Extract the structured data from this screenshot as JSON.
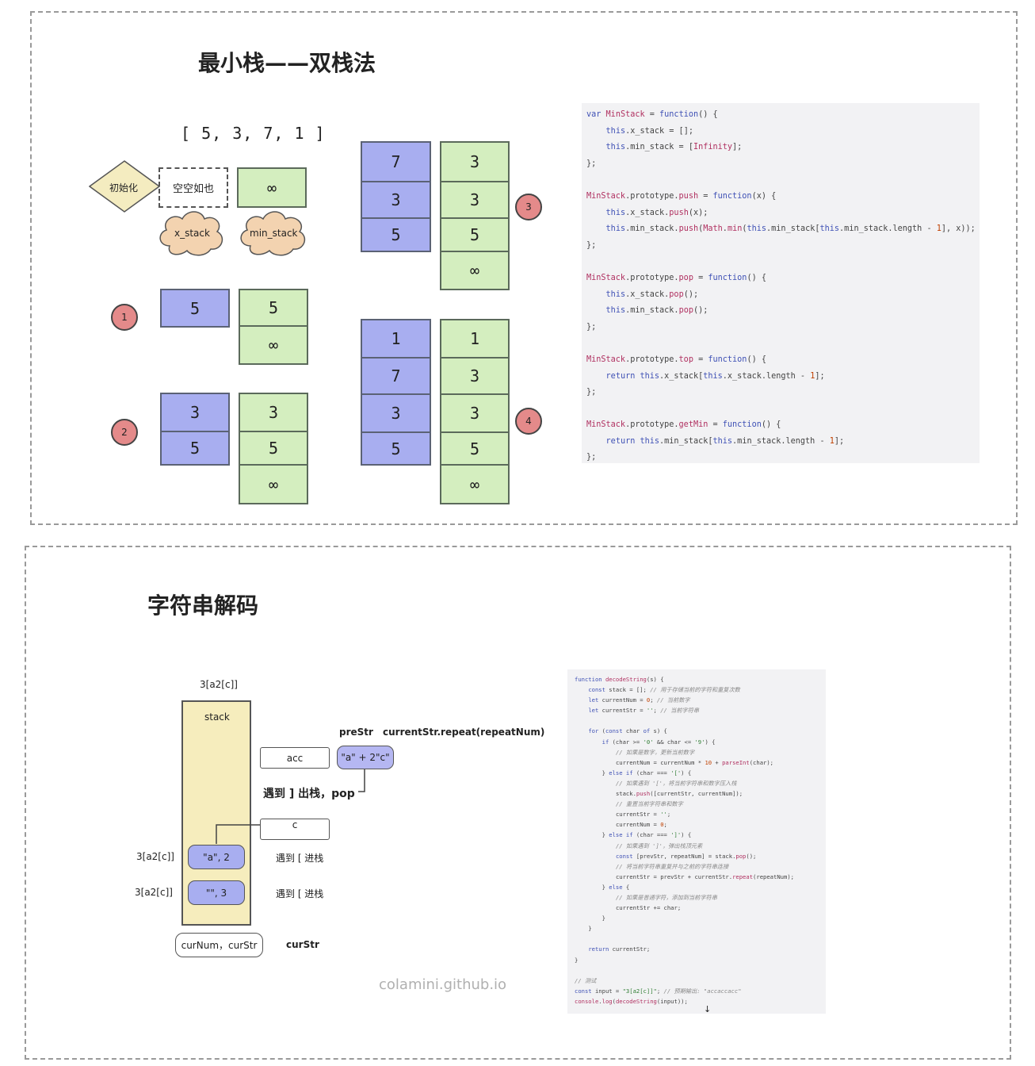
{
  "section1": {
    "title": "最小栈——双栈法",
    "array_label": "[ 5, 3, 7, 1 ]",
    "init_label": "初始化",
    "empty_label": "空空如也",
    "inf": "∞",
    "x_stack_label": "x_stack",
    "min_stack_label": "min_stack",
    "step_labels": [
      "1",
      "2",
      "3",
      "4"
    ],
    "step1": {
      "x": [
        "5"
      ],
      "min": [
        "5",
        "∞"
      ]
    },
    "step2": {
      "x": [
        "3",
        "5"
      ],
      "min": [
        "3",
        "5",
        "∞"
      ]
    },
    "step3": {
      "x": [
        "7",
        "3",
        "5"
      ],
      "min": [
        "3",
        "3",
        "5",
        "∞"
      ]
    },
    "step4": {
      "x": [
        "1",
        "7",
        "3",
        "5"
      ],
      "min": [
        "1",
        "3",
        "3",
        "5",
        "∞"
      ]
    },
    "code": [
      [
        [
          "var ",
          "kw"
        ],
        [
          "MinStack",
          "fn"
        ],
        [
          " = ",
          ""
        ],
        [
          "function",
          "kw"
        ],
        [
          "() {",
          ""
        ]
      ],
      [
        [
          "    ",
          ""
        ],
        [
          "this",
          "kw"
        ],
        [
          ".x_stack = [];",
          ""
        ]
      ],
      [
        [
          "    ",
          ""
        ],
        [
          "this",
          "kw"
        ],
        [
          ".min_stack = [",
          ""
        ],
        [
          "Infinity",
          "fn"
        ],
        [
          "];",
          ""
        ]
      ],
      [
        [
          "};",
          ""
        ]
      ],
      [
        [
          "",
          ""
        ]
      ],
      [
        [
          "MinStack",
          "fn"
        ],
        [
          ".prototype.",
          ""
        ],
        [
          "push",
          "fn"
        ],
        [
          " = ",
          ""
        ],
        [
          "function",
          "kw"
        ],
        [
          "(x) {",
          ""
        ]
      ],
      [
        [
          "    ",
          ""
        ],
        [
          "this",
          "kw"
        ],
        [
          ".x_stack.",
          ""
        ],
        [
          "push",
          "fn"
        ],
        [
          "(x);",
          ""
        ]
      ],
      [
        [
          "    ",
          ""
        ],
        [
          "this",
          "kw"
        ],
        [
          ".min_stack.",
          ""
        ],
        [
          "push",
          "fn"
        ],
        [
          "(",
          ""
        ],
        [
          "Math",
          "fn"
        ],
        [
          ".",
          ""
        ],
        [
          "min",
          "fn"
        ],
        [
          "(",
          ""
        ],
        [
          "this",
          "kw"
        ],
        [
          ".min_stack[",
          ""
        ],
        [
          "this",
          "kw"
        ],
        [
          ".min_stack.length - ",
          ""
        ],
        [
          "1",
          "num"
        ],
        [
          "], x));",
          ""
        ]
      ],
      [
        [
          "};",
          ""
        ]
      ],
      [
        [
          "",
          ""
        ]
      ],
      [
        [
          "MinStack",
          "fn"
        ],
        [
          ".prototype.",
          ""
        ],
        [
          "pop",
          "fn"
        ],
        [
          " = ",
          ""
        ],
        [
          "function",
          "kw"
        ],
        [
          "() {",
          ""
        ]
      ],
      [
        [
          "    ",
          ""
        ],
        [
          "this",
          "kw"
        ],
        [
          ".x_stack.",
          ""
        ],
        [
          "pop",
          "fn"
        ],
        [
          "();",
          ""
        ]
      ],
      [
        [
          "    ",
          ""
        ],
        [
          "this",
          "kw"
        ],
        [
          ".min_stack.",
          ""
        ],
        [
          "pop",
          "fn"
        ],
        [
          "();",
          ""
        ]
      ],
      [
        [
          "};",
          ""
        ]
      ],
      [
        [
          "",
          ""
        ]
      ],
      [
        [
          "MinStack",
          "fn"
        ],
        [
          ".prototype.",
          ""
        ],
        [
          "top",
          "fn"
        ],
        [
          " = ",
          ""
        ],
        [
          "function",
          "kw"
        ],
        [
          "() {",
          ""
        ]
      ],
      [
        [
          "    ",
          ""
        ],
        [
          "return ",
          "kw"
        ],
        [
          "this",
          "kw"
        ],
        [
          ".x_stack[",
          ""
        ],
        [
          "this",
          "kw"
        ],
        [
          ".x_stack.length - ",
          ""
        ],
        [
          "1",
          "num"
        ],
        [
          "];",
          ""
        ]
      ],
      [
        [
          "};",
          ""
        ]
      ],
      [
        [
          "",
          ""
        ]
      ],
      [
        [
          "MinStack",
          "fn"
        ],
        [
          ".prototype.",
          ""
        ],
        [
          "getMin",
          "fn"
        ],
        [
          " = ",
          ""
        ],
        [
          "function",
          "kw"
        ],
        [
          "() {",
          ""
        ]
      ],
      [
        [
          "    ",
          ""
        ],
        [
          "return ",
          "kw"
        ],
        [
          "this",
          "kw"
        ],
        [
          ".min_stack[",
          ""
        ],
        [
          "this",
          "kw"
        ],
        [
          ".min_stack.length - ",
          ""
        ],
        [
          "1",
          "num"
        ],
        [
          "];",
          ""
        ]
      ],
      [
        [
          "};",
          ""
        ]
      ]
    ]
  },
  "section2": {
    "title": "字符串解码",
    "input_label": "3[a2[c]]",
    "stack_label": "stack",
    "acc_label": "acc",
    "prestr_label": "preStr",
    "repeat_label": "currentStr.repeat(repeatNum)",
    "prestr_value": "\"a\" + 2\"c\"",
    "pop_label": "遇到 ] 出栈，pop",
    "c_label": "c",
    "item1": "\"a\", 2",
    "item2": "\"\", 3",
    "side_label": "3[a2[c]]",
    "push_label": "遇到 [ 进栈",
    "curnum_label": "curNum，curStr",
    "curstr_label": "curStr",
    "watermark": "colamini.github.io",
    "scroll_icon": "↓",
    "code": [
      [
        [
          "function ",
          "kw"
        ],
        [
          "decodeString",
          "fn"
        ],
        [
          "(s) {",
          ""
        ]
      ],
      [
        [
          "    ",
          ""
        ],
        [
          "const ",
          "kw"
        ],
        [
          "stack = []; ",
          ""
        ],
        [
          "// 用于存储当前的字符和重复次数",
          "cm"
        ]
      ],
      [
        [
          "    ",
          ""
        ],
        [
          "let ",
          "kw"
        ],
        [
          "currentNum = ",
          ""
        ],
        [
          "0",
          "num"
        ],
        [
          "; ",
          ""
        ],
        [
          "// 当前数字",
          "cm"
        ]
      ],
      [
        [
          "    ",
          ""
        ],
        [
          "let ",
          "kw"
        ],
        [
          "currentStr = ",
          ""
        ],
        [
          "''",
          "str"
        ],
        [
          "; ",
          ""
        ],
        [
          "// 当前字符串",
          "cm"
        ]
      ],
      [
        [
          "",
          ""
        ]
      ],
      [
        [
          "    ",
          ""
        ],
        [
          "for ",
          "kw"
        ],
        [
          "(",
          ""
        ],
        [
          "const ",
          "kw"
        ],
        [
          "char ",
          ""
        ],
        [
          "of ",
          "kw"
        ],
        [
          "s) {",
          ""
        ]
      ],
      [
        [
          "        ",
          ""
        ],
        [
          "if ",
          "kw"
        ],
        [
          "(char >= ",
          ""
        ],
        [
          "'0'",
          "str"
        ],
        [
          " && char <= ",
          ""
        ],
        [
          "'9'",
          "str"
        ],
        [
          ") {",
          ""
        ]
      ],
      [
        [
          "            ",
          ""
        ],
        [
          "// 如果是数字，更新当前数字",
          "cm"
        ]
      ],
      [
        [
          "            ",
          ""
        ],
        [
          "currentNum = currentNum * ",
          ""
        ],
        [
          "10",
          "num"
        ],
        [
          " + ",
          ""
        ],
        [
          "parseInt",
          "fn"
        ],
        [
          "(char);",
          ""
        ]
      ],
      [
        [
          "        } ",
          ""
        ],
        [
          "else if ",
          "kw"
        ],
        [
          "(char === ",
          ""
        ],
        [
          "'['",
          "str"
        ],
        [
          ") {",
          ""
        ]
      ],
      [
        [
          "            ",
          ""
        ],
        [
          "// 如果遇到 '['，将当前字符串和数字压入栈",
          "cm"
        ]
      ],
      [
        [
          "            ",
          ""
        ],
        [
          "stack.",
          ""
        ],
        [
          "push",
          "fn"
        ],
        [
          "([currentStr, currentNum]);",
          ""
        ]
      ],
      [
        [
          "            ",
          ""
        ],
        [
          "// 重置当前字符串和数字",
          "cm"
        ]
      ],
      [
        [
          "            ",
          ""
        ],
        [
          "currentStr = ",
          ""
        ],
        [
          "''",
          "str"
        ],
        [
          ";",
          ""
        ]
      ],
      [
        [
          "            ",
          ""
        ],
        [
          "currentNum = ",
          ""
        ],
        [
          "0",
          "num"
        ],
        [
          ";",
          ""
        ]
      ],
      [
        [
          "        } ",
          ""
        ],
        [
          "else if ",
          "kw"
        ],
        [
          "(char === ",
          ""
        ],
        [
          "']'",
          "str"
        ],
        [
          ") {",
          ""
        ]
      ],
      [
        [
          "            ",
          ""
        ],
        [
          "// 如果遇到 ']'，弹出栈顶元素",
          "cm"
        ]
      ],
      [
        [
          "            ",
          ""
        ],
        [
          "const ",
          "kw"
        ],
        [
          "[prevStr, repeatNum] = stack.",
          ""
        ],
        [
          "pop",
          "fn"
        ],
        [
          "();",
          ""
        ]
      ],
      [
        [
          "            ",
          ""
        ],
        [
          "// 将当前字符串重复并与之前的字符串连接",
          "cm"
        ]
      ],
      [
        [
          "            ",
          ""
        ],
        [
          "currentStr = prevStr + currentStr.",
          ""
        ],
        [
          "repeat",
          "fn"
        ],
        [
          "(repeatNum);",
          ""
        ]
      ],
      [
        [
          "        } ",
          ""
        ],
        [
          "else ",
          "kw"
        ],
        [
          "{",
          ""
        ]
      ],
      [
        [
          "            ",
          ""
        ],
        [
          "// 如果是普通字符，添加到当前字符串",
          "cm"
        ]
      ],
      [
        [
          "            ",
          ""
        ],
        [
          "currentStr += char;",
          ""
        ]
      ],
      [
        [
          "        }",
          ""
        ]
      ],
      [
        [
          "    }",
          ""
        ]
      ],
      [
        [
          "",
          ""
        ]
      ],
      [
        [
          "    ",
          ""
        ],
        [
          "return ",
          "kw"
        ],
        [
          "currentStr;",
          ""
        ]
      ],
      [
        [
          "}",
          ""
        ]
      ],
      [
        [
          "",
          ""
        ]
      ],
      [
        [
          "// 测试",
          "cm"
        ]
      ],
      [
        [
          "const ",
          "kw"
        ],
        [
          "input = ",
          ""
        ],
        [
          "\"3[a2[c]]\"",
          "str"
        ],
        [
          "; ",
          ""
        ],
        [
          "// 预期输出: \"accaccacc\"",
          "cm"
        ]
      ],
      [
        [
          "console",
          "fn"
        ],
        [
          ".",
          ""
        ],
        [
          "log",
          "fn"
        ],
        [
          "(",
          ""
        ],
        [
          "decodeString",
          "fn"
        ],
        [
          "(input));",
          ""
        ]
      ]
    ]
  },
  "colors": {
    "blue": "#a8aef0",
    "green": "#d4eebf",
    "red": "#e48a8a",
    "cloud": "#f3d3b0",
    "diamond": "#f4ecc0",
    "stack": "#f6edbd"
  }
}
